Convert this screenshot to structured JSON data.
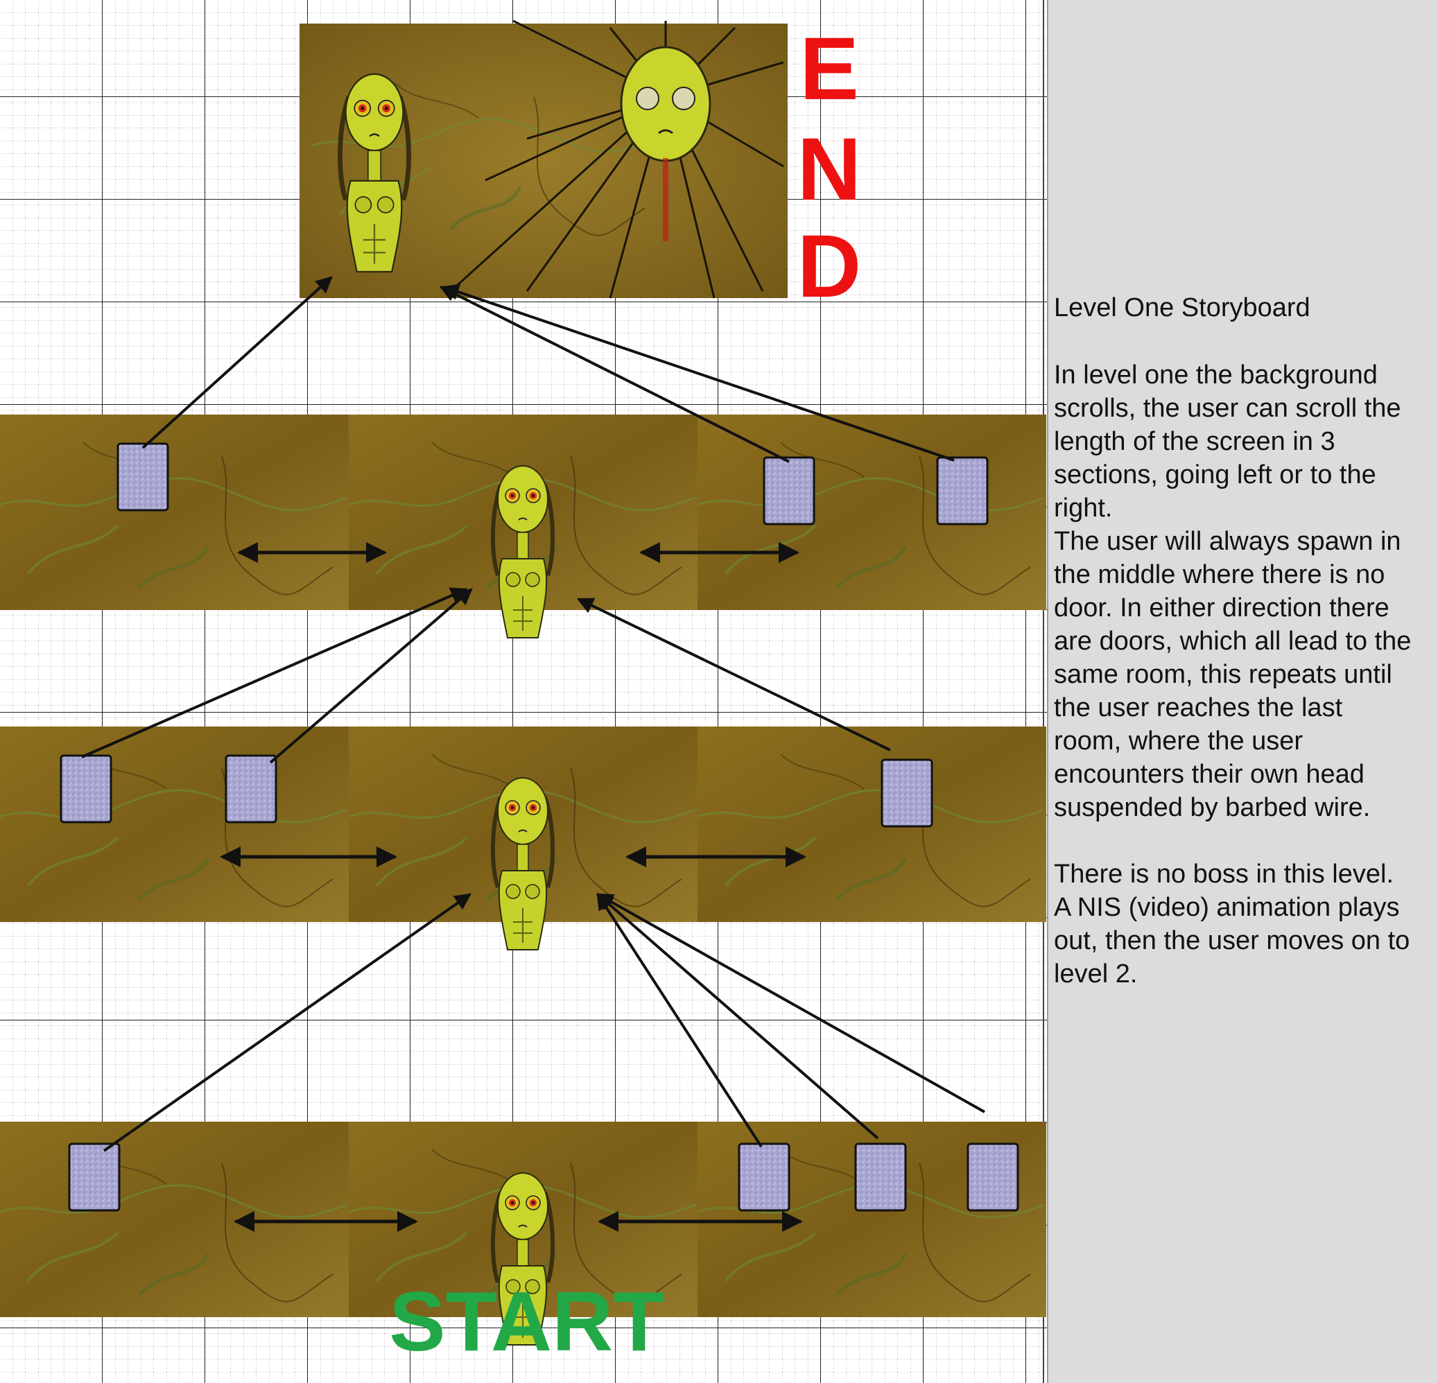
{
  "labels": {
    "end": [
      "E",
      "N",
      "D"
    ],
    "start": "START"
  },
  "panel": {
    "title": "Level One Storyboard",
    "para1": "In level one the background scrolls, the user can scroll the length of the screen in 3 sections, going left or to the right.",
    "para2": "The user will always spawn in the middle where there is no door. In either direction there are doors, which all lead to the same room, this repeats until the user reaches the last room, where the user encounters their own head suspended by barbed wire.",
    "para3": "There is no boss in this level. A NIS (video) animation plays out, then the user moves on to level 2."
  },
  "colors": {
    "end": "#ee1111",
    "start": "#22a847",
    "background": "#8a6a1c",
    "door": "#a8a6d0",
    "character": "#c8d62c"
  },
  "icons": {
    "door": "door-icon",
    "character": "character-icon",
    "head": "suspended-head-icon",
    "arrow": "arrow-icon"
  }
}
